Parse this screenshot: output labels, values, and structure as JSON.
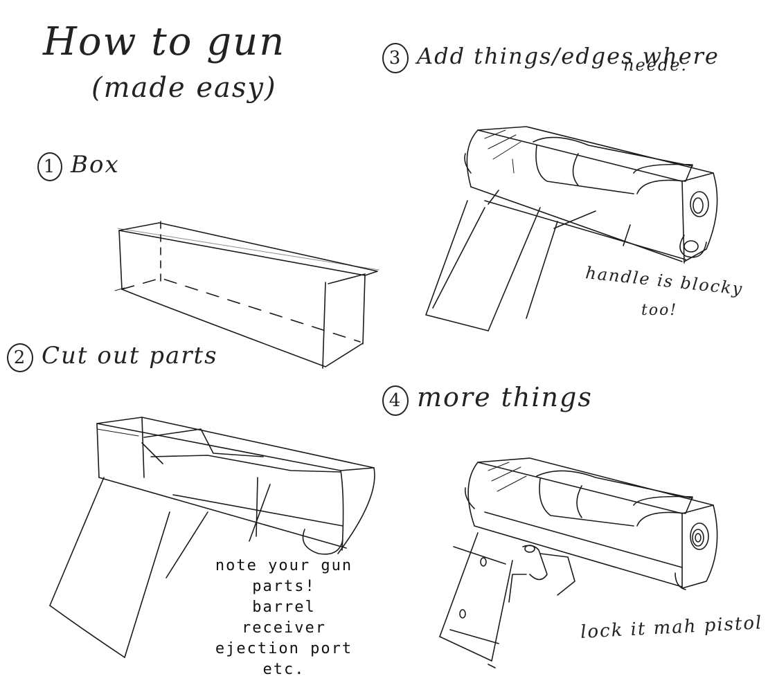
{
  "title": {
    "line1": "How to gun",
    "line2": "(made easy)"
  },
  "steps": [
    {
      "number": "1",
      "label": "Box"
    },
    {
      "number": "2",
      "label": "Cut out parts"
    },
    {
      "number": "3",
      "label": "Add things/edges where",
      "label_cont": "neede."
    },
    {
      "number": "4",
      "label": "more things"
    }
  ],
  "notes": {
    "handle": {
      "line1": "handle is blocky",
      "line2": "too!"
    },
    "pistol": "lock it mah pistol",
    "parts_note": [
      "note your gun",
      "parts!",
      "barrel",
      "receiver",
      "ejection port",
      "etc."
    ]
  }
}
